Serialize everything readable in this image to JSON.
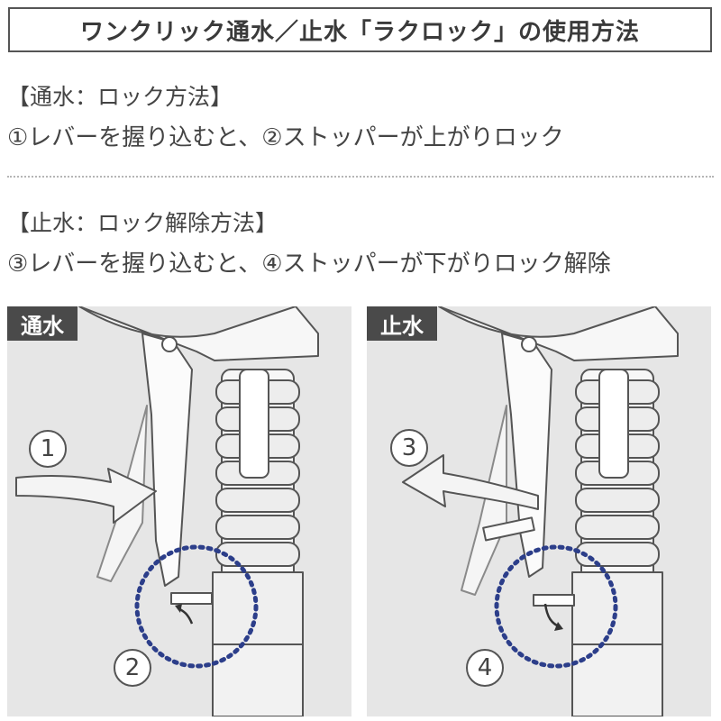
{
  "title": "ワンクリック通水／止水「ラクロック」の使用方法",
  "sections": [
    {
      "heading": "【通水：ロック方法】",
      "text": "①レバーを握り込むと、②ストッパーが上がりロック"
    },
    {
      "heading": "【止水：ロック解除方法】",
      "text": "③レバーを握り込むと、④ストッパーが下がりロック解除"
    }
  ],
  "panels": [
    {
      "tag": "通水",
      "steps": [
        "1",
        "2"
      ],
      "arrow_direction": "right"
    },
    {
      "tag": "止水",
      "steps": [
        "3",
        "4"
      ],
      "arrow_direction": "left"
    }
  ],
  "colors": {
    "panel_bg": "#e6e6e6",
    "tag_bg": "#4a4a4a",
    "circle_dots": "#2c3e8a",
    "line": "#555555"
  }
}
